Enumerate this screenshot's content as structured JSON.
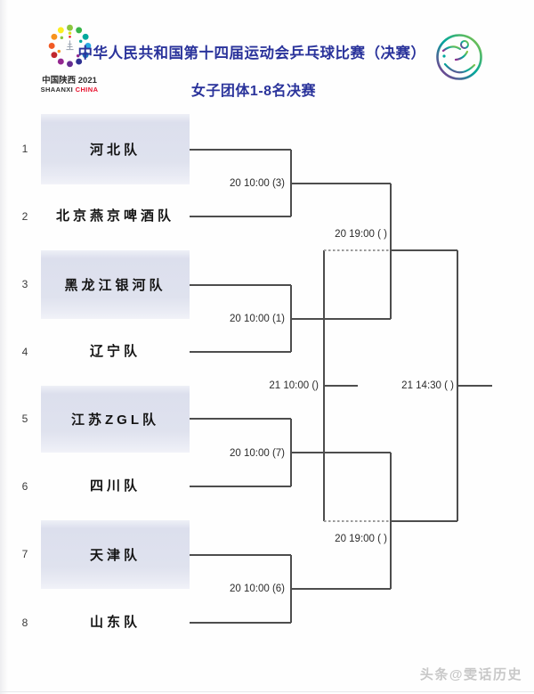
{
  "header": {
    "title": "中华人民共和国第十四届运动会乒乓球比赛（决赛）",
    "subtitle": "女子团体1-8名决赛",
    "left_logo": {
      "icon": "national-games-emblem",
      "line1": "中国陕西 2021",
      "line2_dark": "SHAANXI",
      "line2_red": "CHINA"
    },
    "right_logo": {
      "icon": "table-tennis-player-pictogram"
    }
  },
  "colors": {
    "title_blue": "#2a339b",
    "china_red": "#e8112d",
    "line": "#4d4d4d",
    "dashed_line": "#9b9b9b",
    "watermark": "#c8c8c8"
  },
  "bracket": {
    "teams": [
      {
        "seed": "1",
        "name": "河北队",
        "boxed": true
      },
      {
        "seed": "2",
        "name": "北京燕京啤酒队",
        "boxed": false
      },
      {
        "seed": "3",
        "name": "黑龙江银河队",
        "boxed": true
      },
      {
        "seed": "4",
        "name": "辽宁队",
        "boxed": false
      },
      {
        "seed": "5",
        "name": "江苏ZGL队",
        "boxed": true
      },
      {
        "seed": "6",
        "name": "四川队",
        "boxed": false
      },
      {
        "seed": "7",
        "name": "天津队",
        "boxed": true
      },
      {
        "seed": "8",
        "name": "山东队",
        "boxed": false
      }
    ],
    "matches": {
      "qf1": "20 10:00 (3)",
      "qf2": "20 10:00 (1)",
      "qf3": "20 10:00 (7)",
      "qf4": "20 10:00 (6)",
      "sf1": "20 19:00 ( )",
      "sf2": "20 19:00 ( )",
      "third_place": "21 10:00 ()",
      "final": "21 14:30 ( )"
    }
  },
  "footer": {
    "watermark": "头条@雯话历史"
  }
}
